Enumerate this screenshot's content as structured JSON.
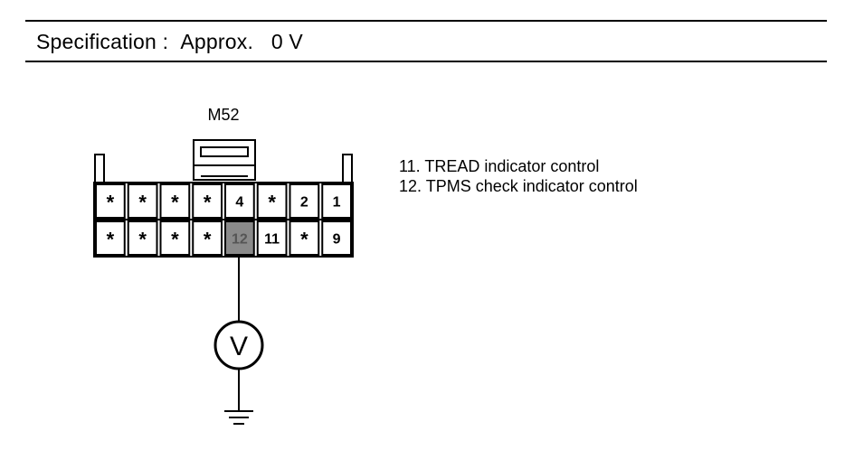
{
  "spec": {
    "label": "Specification",
    "separator": ":",
    "approx": "Approx.",
    "value": "0 V"
  },
  "connector": {
    "name": "M52",
    "top_row": [
      "*",
      "*",
      "*",
      "*",
      "4",
      "*",
      "2",
      "1"
    ],
    "bottom_row": [
      "*",
      "*",
      "*",
      "*",
      "12",
      "11",
      "*",
      "9"
    ],
    "highlighted_pin": "12",
    "highlight_color": "#8a8a8a"
  },
  "meter": {
    "symbol": "V",
    "icon": "voltmeter-icon"
  },
  "ground": {
    "icon": "ground-icon"
  },
  "legend": [
    "11. TREAD indicator control",
    "12. TPMS check indicator control"
  ]
}
